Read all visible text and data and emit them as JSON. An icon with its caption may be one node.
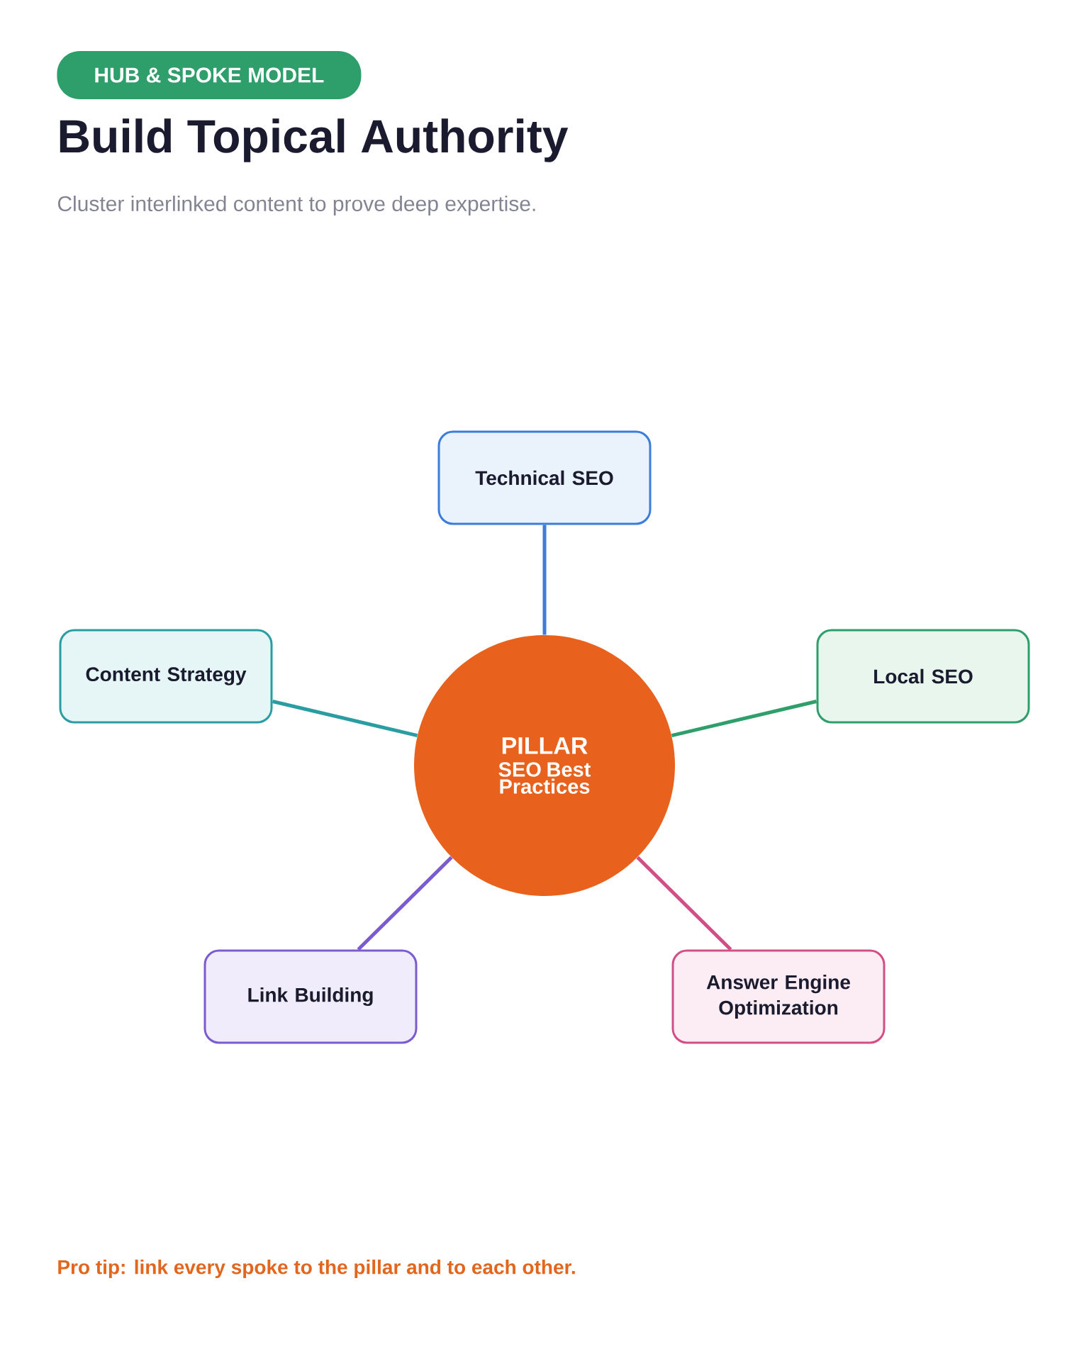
{
  "diagram": {
    "title": "Build Topical Authority",
    "nodes": [
      {
        "text": [
          "PILLAR",
          "SEO Best Practices"
        ]
      },
      {
        "text": [
          "Technical SEO"
        ]
      },
      {
        "text": [
          "Content Strategy"
        ]
      },
      {
        "text": [
          "Local SEO"
        ]
      },
      {
        "text": [
          "Link Building"
        ]
      },
      {
        "text": [
          "Answer Engine Optimization"
        ]
      }
    ],
    "edges": [
      {
        "from": 0,
        "to": 1,
        "arrow": "none",
        "color": "#3b7dd8"
      },
      {
        "from": 0,
        "to": 2,
        "arrow": "none",
        "color": "#2a9da3"
      },
      {
        "from": 0,
        "to": 3,
        "arrow": "none",
        "color": "#2e9e6b"
      },
      {
        "from": 0,
        "to": 4,
        "arrow": "none",
        "color": "#7a5bd0"
      },
      {
        "from": 0,
        "to": 5,
        "arrow": "none",
        "color": "#d24f86"
      }
    ],
    "labels": [
      "HUB & SPOKE MODEL",
      "Cluster interlinked content to prove deep expertise.",
      "Pro tip: link every spoke to the pillar and to each other."
    ]
  }
}
